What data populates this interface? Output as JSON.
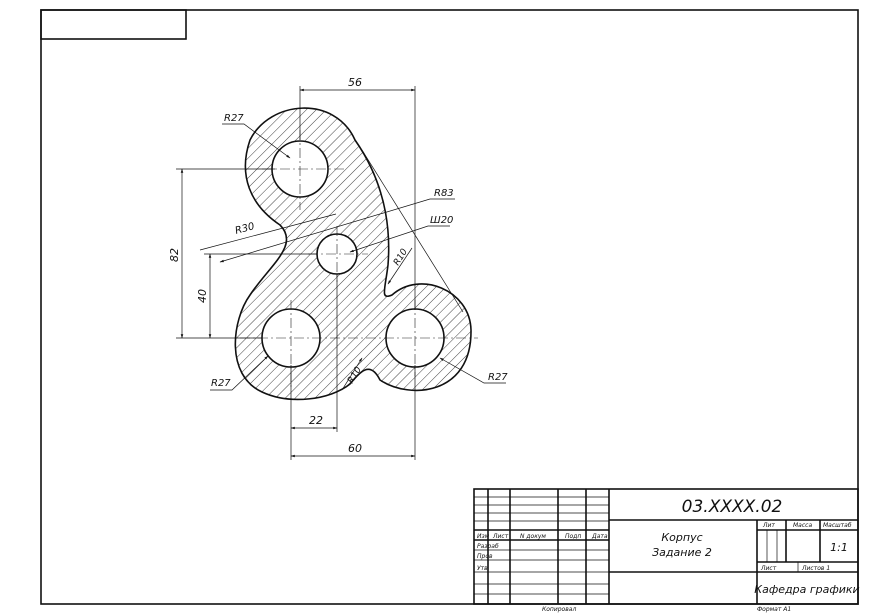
{
  "dimensions": {
    "d56": "56",
    "d82": "82",
    "d40": "40",
    "d22": "22",
    "d60": "60",
    "r27_top": "R27",
    "r30": "R30",
    "r83": "R83",
    "dia20": "Ш20",
    "r10_right": "R10",
    "r10_bottom": "R10",
    "r27_left": "R27",
    "r27_right": "R27"
  },
  "title_block": {
    "designation": "03.XXXX.02",
    "name_line1": "Корпус",
    "name_line2": "Задание 2",
    "col_izm": "Изм",
    "col_list": "Лист",
    "col_ndoc": "N докум",
    "col_podp": "Подп",
    "col_data": "Дата",
    "row_razrab": "Разраб",
    "row_prov": "Пров",
    "row_utv": "Утв",
    "lit": "Лит",
    "massa": "Масса",
    "masshtab": "Масштаб",
    "scale": "1:1",
    "sheet_label": "Лист",
    "sheets_label": "Листов 1",
    "organization": "Кафедра графики"
  },
  "footer": {
    "copied": "Копировал",
    "format": "Формат А1"
  }
}
